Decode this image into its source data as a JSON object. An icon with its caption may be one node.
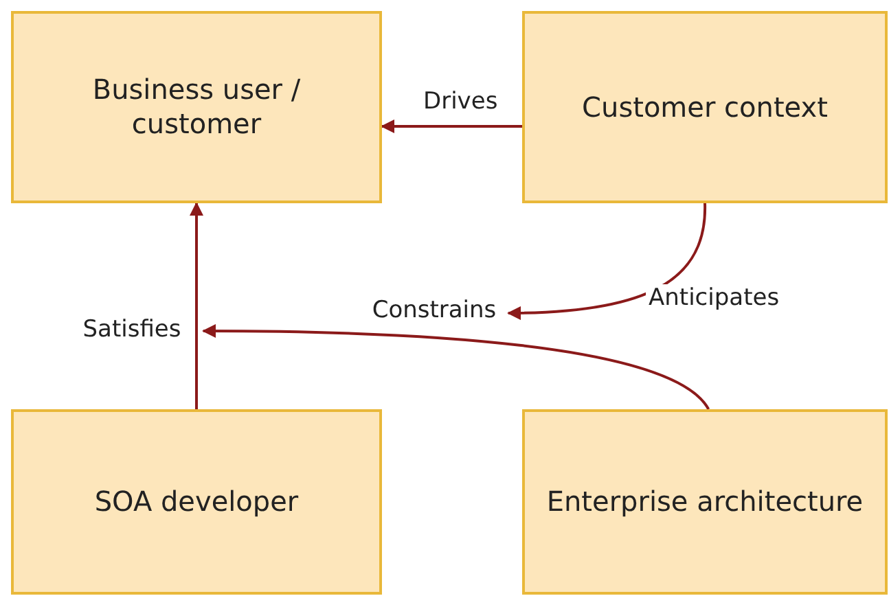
{
  "diagram": {
    "nodes": [
      {
        "text": [
          "Business user / customer"
        ]
      },
      {
        "text": [
          "Customer context"
        ]
      },
      {
        "text": [
          "SOA developer"
        ]
      },
      {
        "text": [
          "Enterprise architecture"
        ]
      },
      {
        "text": [
          "Constrains"
        ]
      },
      {
        "text": [
          "Satisfies"
        ]
      }
    ],
    "edges": [
      {
        "from": 1,
        "to": 0,
        "arrow": "to",
        "label": "Drives"
      },
      {
        "from": 2,
        "to": 0,
        "arrow": "to"
      },
      {
        "from": 1,
        "to": 4,
        "arrow": "to",
        "label": "Anticipates"
      },
      {
        "from": 3,
        "to": 5,
        "arrow": "to"
      }
    ]
  }
}
